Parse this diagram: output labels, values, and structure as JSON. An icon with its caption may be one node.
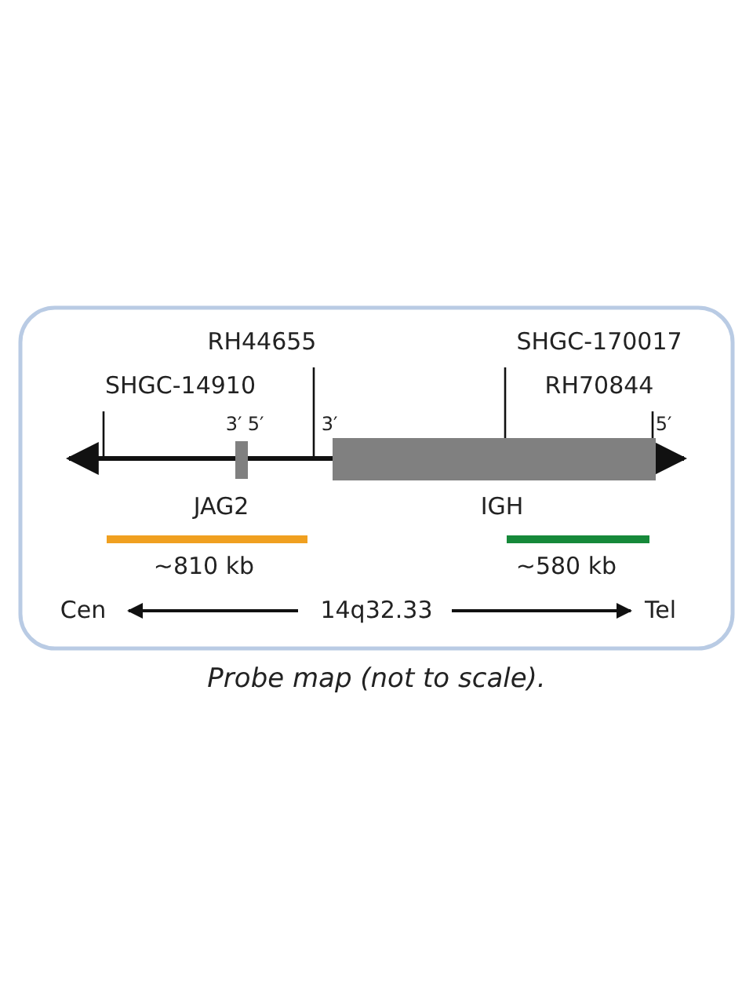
{
  "diagram": {
    "caption": "Probe map (not to scale).",
    "labels": [
      "RH44655",
      "SHGC-170017",
      "SHGC-14910",
      "RH70844",
      "3′",
      "5′",
      "3′",
      "5′",
      "JAG2",
      "IGH",
      "~810 kb",
      "~580 kb",
      "Cen",
      "14q32.33",
      "Tel"
    ]
  }
}
